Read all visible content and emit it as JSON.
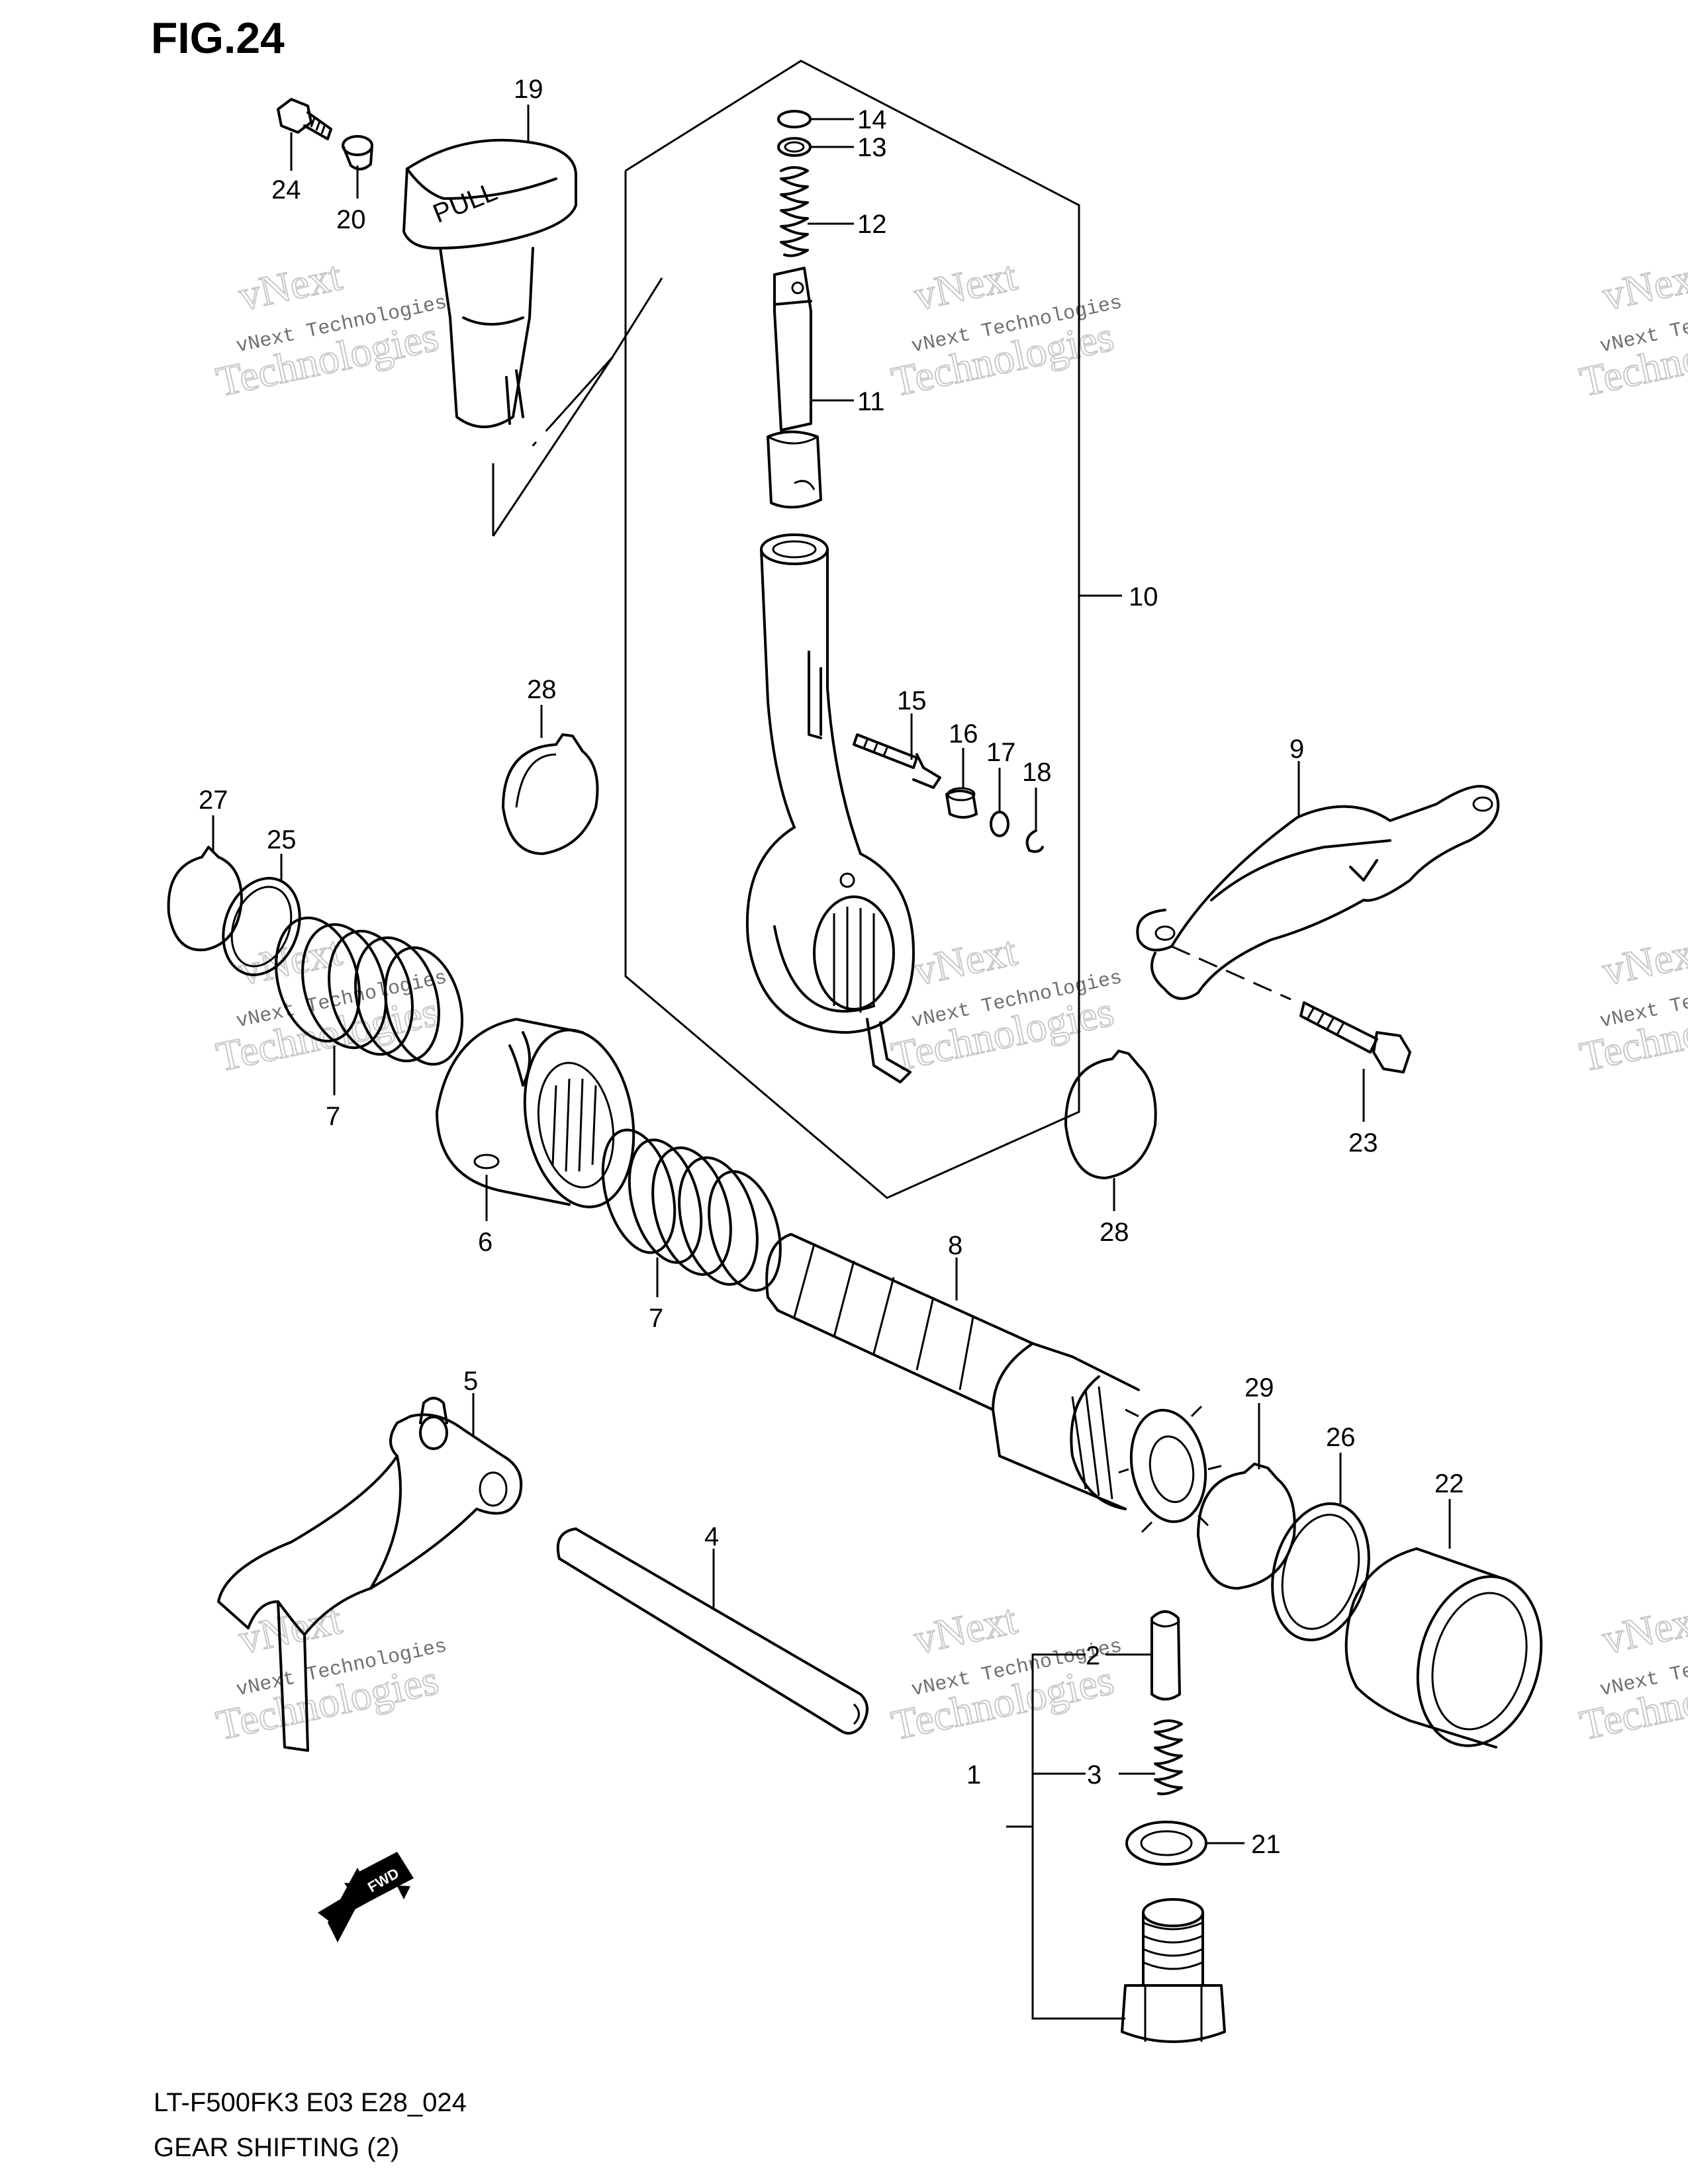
{
  "figure": {
    "title": "FIG.24",
    "model_line": "LT-F500FK3 E03 E28_024",
    "section_title": "GEAR SHIFTING (2)"
  },
  "callouts": {
    "c1": "1",
    "c2": "2",
    "c3": "3",
    "c4": "4",
    "c5": "5",
    "c6": "6",
    "c7a": "7",
    "c7b": "7",
    "c8": "8",
    "c9": "9",
    "c10": "10",
    "c11": "11",
    "c12": "12",
    "c13": "13",
    "c14": "14",
    "c15": "15",
    "c16": "16",
    "c17": "17",
    "c18": "18",
    "c19": "19",
    "c20": "20",
    "c21": "21",
    "c22": "22",
    "c23": "23",
    "c24": "24",
    "c25": "25",
    "c26": "26",
    "c27": "27",
    "c28a": "28",
    "c28b": "28",
    "c29": "29"
  },
  "knob_text": "PULL",
  "fwd_label": "FWD",
  "watermark": {
    "line1": "vNext",
    "line2": "vNext Technologies",
    "line3": "Technologies"
  },
  "colors": {
    "ink": "#000000",
    "watermark": "#c8c8c8"
  }
}
